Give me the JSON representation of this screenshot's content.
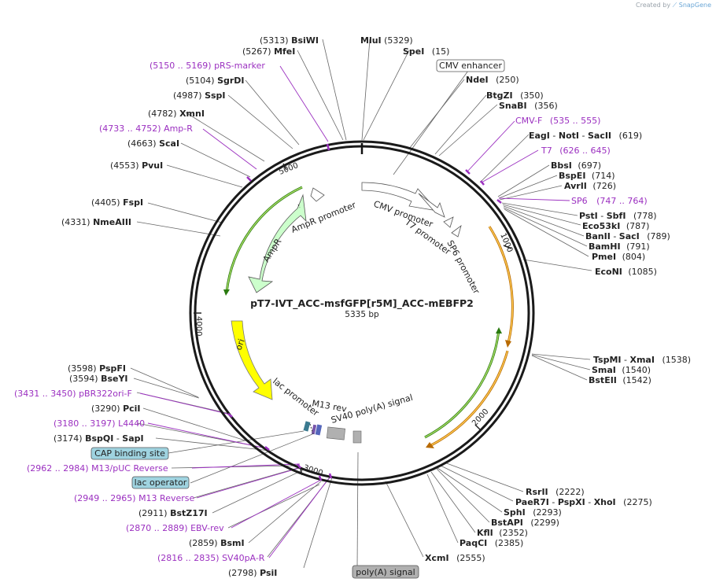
{
  "credit": {
    "prefix": "Created by",
    "brand": "SnapGene"
  },
  "plasmid": {
    "name": "pT7-IVT_ACC-msfGFP[r5M]_ACC-mEBFP2",
    "length": "5335 bp"
  },
  "ticks": [
    "1000",
    "2000",
    "3000",
    "4000",
    "5000"
  ],
  "features": {
    "ampr": "AmpR",
    "ampr_promoter": "AmpR promoter",
    "cmv_promoter": "CMV promoter",
    "t7_promoter": "T7 promoter",
    "sp6_promoter": "SP6 promoter",
    "ori": "ori",
    "lac_promoter": "lac promoter",
    "m13_rev": "M13 rev",
    "sv40": "SV40 poly(A) signal"
  },
  "sites": {
    "bsiwi": {
      "name": "BsiWI",
      "pos": "(5313)"
    },
    "mfei": {
      "name": "MfeI",
      "pos": "(5267)"
    },
    "prs_marker": {
      "name": "pRS-marker",
      "pos": "(5150 .. 5169)"
    },
    "sgrdi": {
      "name": "SgrDI",
      "pos": "(5104)"
    },
    "sspi": {
      "name": "SspI",
      "pos": "(4987)"
    },
    "xmni": {
      "name": "XmnI",
      "pos": "(4782)"
    },
    "amp_r": {
      "name": "Amp-R",
      "pos": "(4733 .. 4752)"
    },
    "scai": {
      "name": "ScaI",
      "pos": "(4663)"
    },
    "pvui": {
      "name": "PvuI",
      "pos": "(4553)"
    },
    "fspi": {
      "name": "FspI",
      "pos": "(4405)"
    },
    "nmeaiii": {
      "name": "NmeAIII",
      "pos": "(4331)"
    },
    "mlui": {
      "name": "MluI",
      "pos": "(5329)"
    },
    "spei": {
      "name": "SpeI",
      "pos": "(15)"
    },
    "cmv_enhancer": {
      "name": "CMV enhancer"
    },
    "ndei": {
      "name": "NdeI",
      "pos": "(250)"
    },
    "btgzi": {
      "name": "BtgZI",
      "pos": "(350)"
    },
    "snabi": {
      "name": "SnaBI",
      "pos": "(356)"
    },
    "cmv_f": {
      "name": "CMV-F",
      "pos": "(535 .. 555)"
    },
    "eagi": {
      "name": "EagI",
      "name2": "NotI",
      "name3": "SacII",
      "pos": "(619)"
    },
    "t7": {
      "name": "T7",
      "pos": "(626 .. 645)"
    },
    "bbsi": {
      "name": "BbsI",
      "pos": "(697)"
    },
    "bspei": {
      "name": "BspEI",
      "pos": "(714)"
    },
    "avrii": {
      "name": "AvrII",
      "pos": "(726)"
    },
    "sp6": {
      "name": "SP6",
      "pos": "(747 .. 764)"
    },
    "psti": {
      "name": "PstI",
      "name2": "SbfI",
      "pos": "(778)"
    },
    "eco53ki": {
      "name": "Eco53kI",
      "pos": "(787)"
    },
    "banii": {
      "name": "BanII",
      "name2": "SacI",
      "pos": "(789)"
    },
    "bamhi": {
      "name": "BamHI",
      "pos": "(791)"
    },
    "pmei": {
      "name": "PmeI",
      "pos": "(804)"
    },
    "econi": {
      "name": "EcoNI",
      "pos": "(1085)"
    },
    "tspmi": {
      "name": "TspMI",
      "name2": "XmaI",
      "pos": "(1538)"
    },
    "smai": {
      "name": "SmaI",
      "pos": "(1540)"
    },
    "bsteii": {
      "name": "BstEII",
      "pos": "(1542)"
    },
    "rsrii": {
      "name": "RsrII",
      "pos": "(2222)"
    },
    "paer7i": {
      "name": "PaeR7I",
      "name2": "PspXI",
      "name3": "XhoI",
      "pos": "(2275)"
    },
    "sphi": {
      "name": "SphI",
      "pos": "(2293)"
    },
    "bstapi": {
      "name": "BstAPI",
      "pos": "(2299)"
    },
    "kfli": {
      "name": "KflI",
      "pos": "(2352)"
    },
    "paqci": {
      "name": "PaqCI",
      "pos": "(2385)"
    },
    "xcmi": {
      "name": "XcmI",
      "pos": "(2555)"
    },
    "polya_signal": {
      "name": "poly(A) signal"
    },
    "pspfi": {
      "name": "PspFI",
      "pos": "(3598)"
    },
    "bseyi": {
      "name": "BseYI",
      "pos": "(3594)"
    },
    "pbr322ori_f": {
      "name": "pBR322ori-F",
      "pos": "(3431 .. 3450)"
    },
    "pcii": {
      "name": "PciI",
      "pos": "(3290)"
    },
    "l4440": {
      "name": "L4440",
      "pos": "(3180 .. 3197)"
    },
    "bspqi": {
      "name": "BspQI",
      "name2": "SapI",
      "pos": "(3174)"
    },
    "cap_binding": {
      "name": "CAP binding site"
    },
    "m13_puc_rev": {
      "name": "M13/pUC Reverse",
      "pos": "(2962 .. 2984)"
    },
    "lac_operator": {
      "name": "lac operator"
    },
    "m13_reverse": {
      "name": "M13 Reverse",
      "pos": "(2949 .. 2965)"
    },
    "bstz17i": {
      "name": "BstZ17I",
      "pos": "(2911)"
    },
    "ebv_rev": {
      "name": "EBV-rev",
      "pos": "(2870 .. 2889)"
    },
    "bsmi": {
      "name": "BsmI",
      "pos": "(2859)"
    },
    "sv40pa_r": {
      "name": "SV40pA-R",
      "pos": "(2816 .. 2835)"
    },
    "psii": {
      "name": "PsiI",
      "pos": "(2798)"
    }
  },
  "colors": {
    "backbone": "#1a1a1a",
    "primer": "#9b30c0",
    "ampr": "#ccffcc",
    "ori": "#ffff00",
    "orf_green": "#33aa11",
    "orf_orange": "#dd8800",
    "cap_box": "#9fd3e0",
    "polya_box": "#b0b0b0"
  }
}
